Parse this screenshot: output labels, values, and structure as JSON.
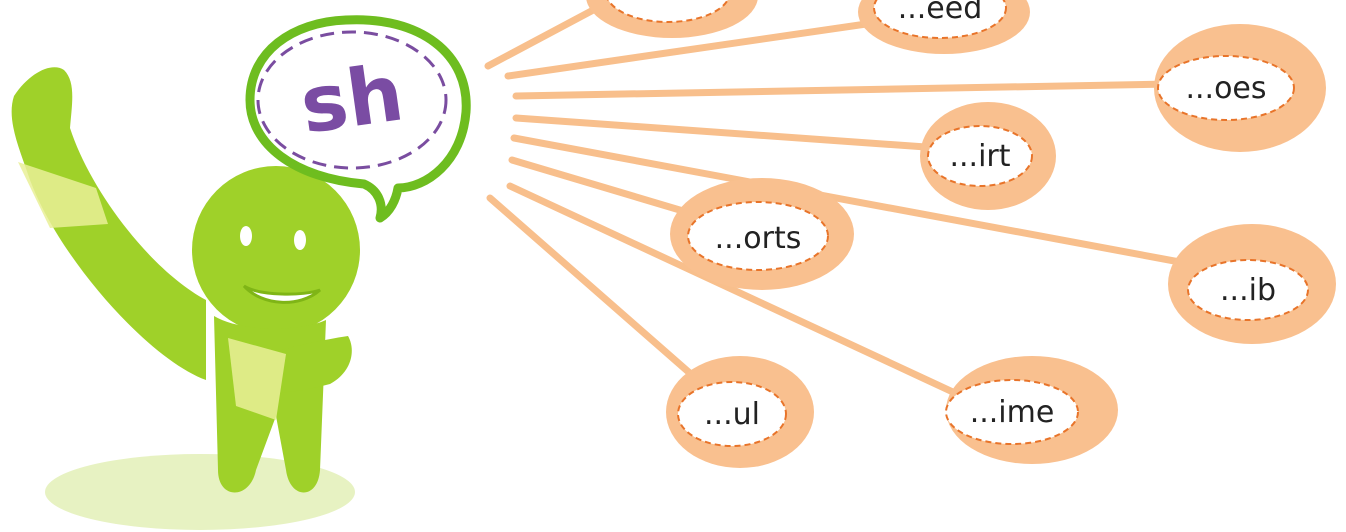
{
  "speech_bubble": {
    "digraph": "sh"
  },
  "word_endings": [
    {
      "id": "top-left",
      "text": ""
    },
    {
      "id": "eed",
      "text": "...eed"
    },
    {
      "id": "oes",
      "text": "...oes"
    },
    {
      "id": "irt",
      "text": "...irt"
    },
    {
      "id": "orts",
      "text": "...orts"
    },
    {
      "id": "ib",
      "text": "...ib"
    },
    {
      "id": "ul",
      "text": "...ul"
    },
    {
      "id": "ime",
      "text": "...ime"
    }
  ],
  "colors": {
    "connector": "#f8bf8c",
    "bubble_outer": "#f9c08f",
    "bubble_inner": "#ffffff",
    "bubble_dash": "#e8742a",
    "speech_outline": "#6ebd1f",
    "speech_dash": "#7a4da0",
    "digraph": "#7a4ca3",
    "character": "#9fd129",
    "character_dark": "#7fb516",
    "shadow": "#e7f2c2"
  }
}
